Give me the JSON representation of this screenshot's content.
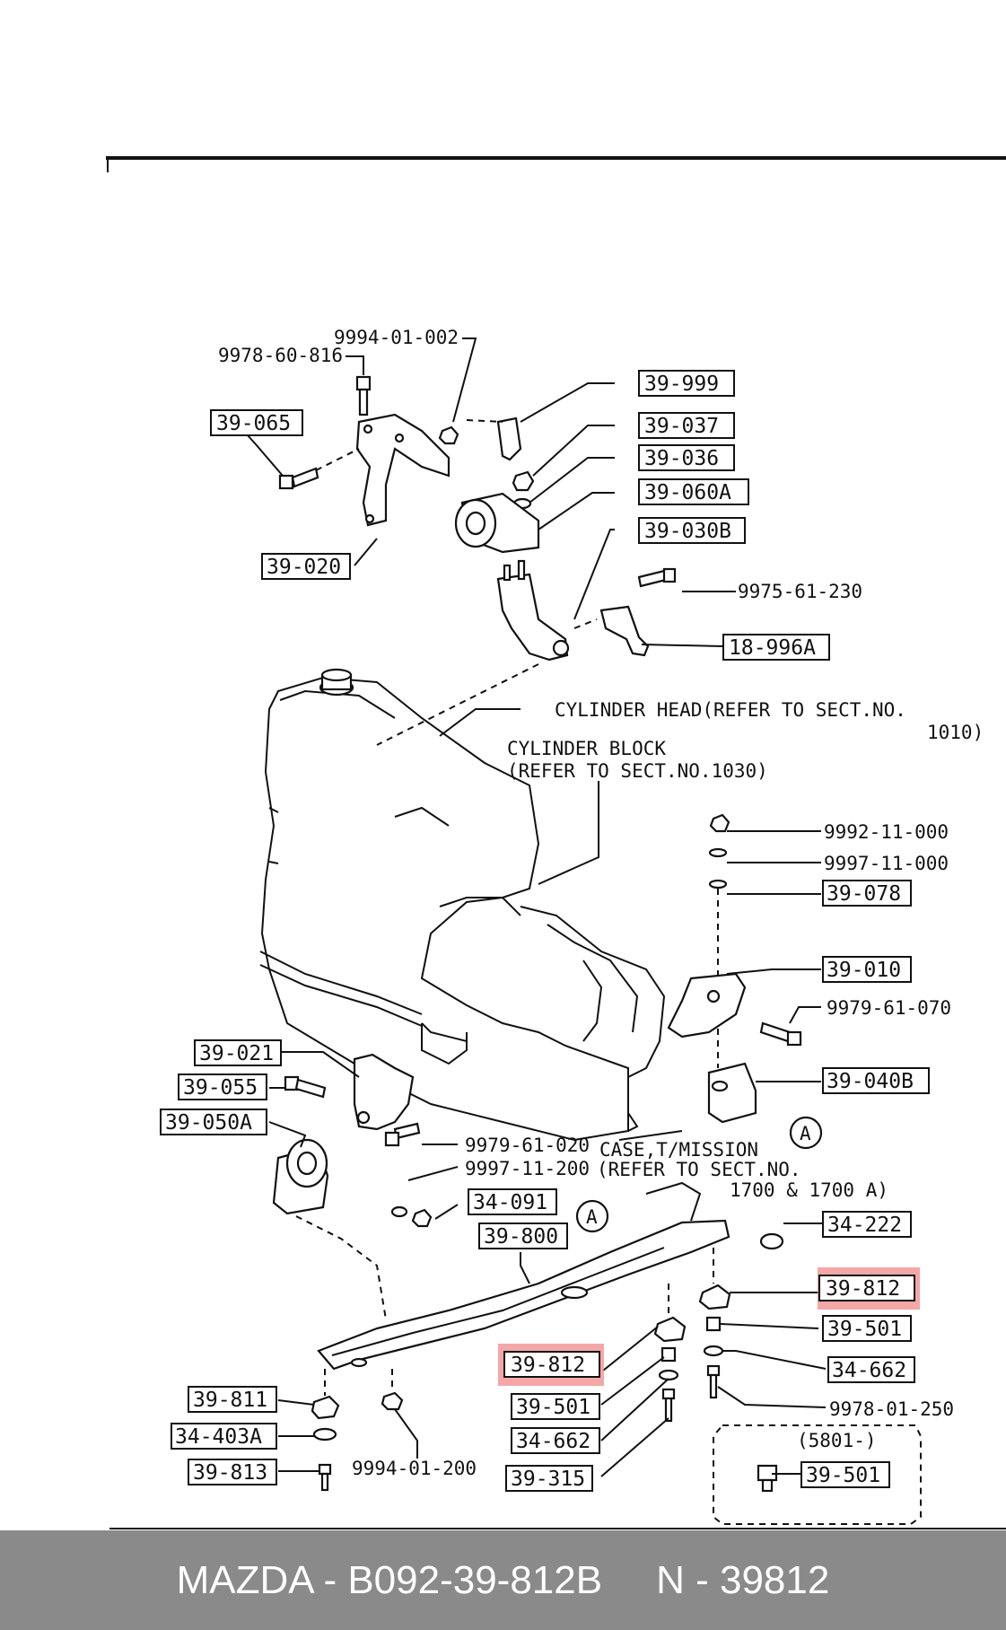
{
  "parts": {
    "p_9994_01_002": "9994-01-002",
    "p_9978_60_816": "9978-60-816",
    "p_39_999": "39-999",
    "p_39_065": "39-065",
    "p_39_037": "39-037",
    "p_39_036": "39-036",
    "p_39_060A": "39-060A",
    "p_39_030B": "39-030B",
    "p_39_020": "39-020",
    "p_9975_61_230": "9975-61-230",
    "p_18_996A": "18-996A",
    "p_9992_11_000": "9992-11-000",
    "p_9997_11_000": "9997-11-000",
    "p_39_078": "39-078",
    "p_39_010": "39-010",
    "p_9979_61_070": "9979-61-070",
    "p_39_040B": "39-040B",
    "p_39_021": "39-021",
    "p_39_055": "39-055",
    "p_39_050A": "39-050A",
    "p_9979_61_020": "9979-61-020",
    "p_9997_11_200": "9997-11-200",
    "p_34_091": "34-091",
    "p_39_800": "39-800",
    "p_34_222": "34-222",
    "p_39_812_right": "39-812",
    "p_39_501_right": "39-501",
    "p_34_662_right": "34-662",
    "p_9978_01_250": "9978-01-250",
    "p_39_812_mid": "39-812",
    "p_39_501_mid": "39-501",
    "p_34_662_mid": "34-662",
    "p_39_315": "39-315",
    "p_39_811": "39-811",
    "p_34_403A": "34-403A",
    "p_39_813": "39-813",
    "p_9994_01_200": "9994-01-200",
    "p_39_501_inset": "39-501"
  },
  "notes": {
    "cyl_head_1": "CYLINDER HEAD(REFER TO SECT.NO.",
    "cyl_head_2": "1010)",
    "cyl_block_1": "CYLINDER BLOCK",
    "cyl_block_2": "(REFER TO SECT.NO.1030)",
    "case_1": "CASE,T/MISSION",
    "case_2": "(REFER TO SECT.NO.",
    "case_3": "1700 & 1700 A)",
    "inset_title": "(5801-)",
    "marker_a": "A"
  },
  "highlight_color": "#f08a8a",
  "footer": {
    "brand_part": "MAZDA - B092-39-812B",
    "number": "N - 39812"
  }
}
